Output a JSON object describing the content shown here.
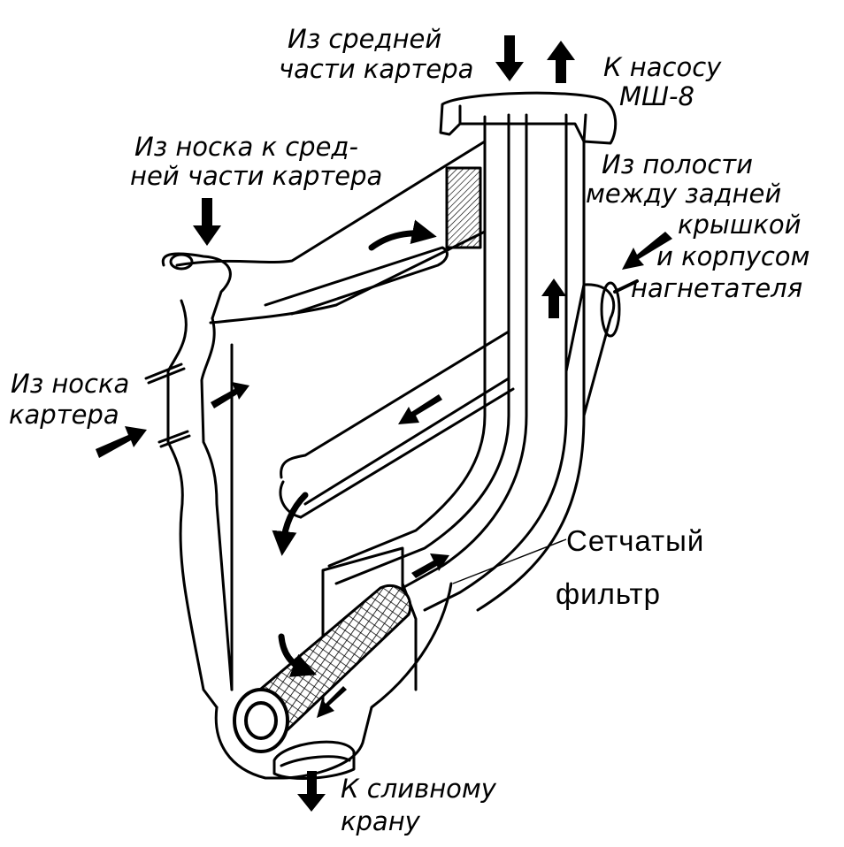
{
  "labels": {
    "from_middle_crankcase_line1": "Из средней",
    "from_middle_crankcase_line2": "части картера",
    "to_pump_line1": "К насосу",
    "to_pump_line2": "МШ-8",
    "from_nose_to_middle_line1": "Из носка к сред-",
    "from_nose_to_middle_line2": "ней части картера",
    "from_cavity_line1": "Из полости",
    "from_cavity_line2": "между задней",
    "from_cavity_line3": "крышкой",
    "from_cavity_line4": "и корпусом",
    "from_cavity_line5": "нагнетателя",
    "from_nose_crankcase_line1": "Из носка",
    "from_nose_crankcase_line2": "картера",
    "mesh_filter_line1": "Сетчатый",
    "mesh_filter_line2": "фильтр",
    "to_drain_line1": "К сливному",
    "to_drain_line2": "крану"
  },
  "colors": {
    "ink": "#000000",
    "paper": "#ffffff"
  }
}
